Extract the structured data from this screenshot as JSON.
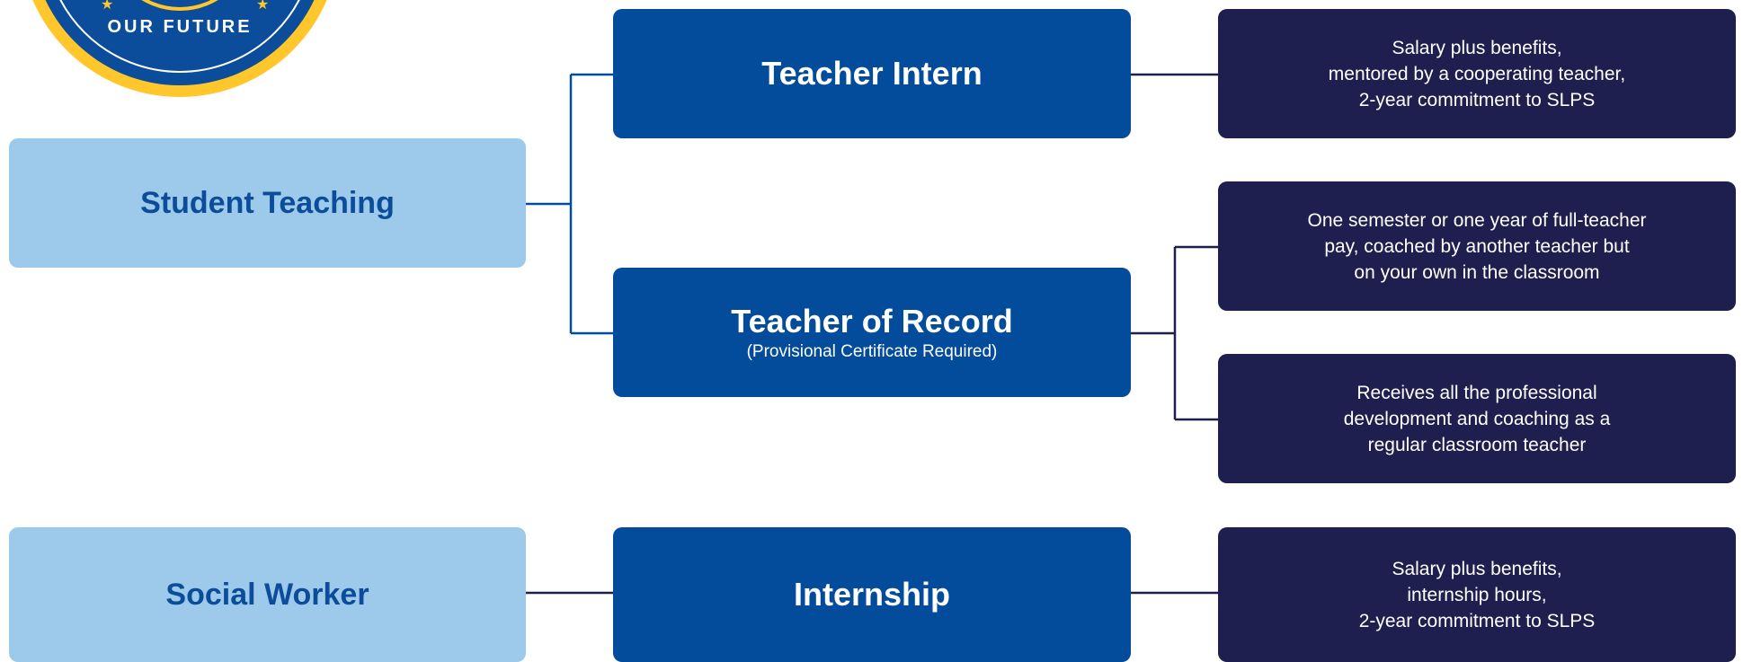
{
  "logo": {
    "text": "OUR FUTURE"
  },
  "colors": {
    "light_box": "#9dcaea",
    "mid_box": "#034b9b",
    "dark_box": "#1e1f4f",
    "connector_blue": "#034b9b",
    "connector_dark": "#1e1f4f",
    "logo_ring": "#ffc72c"
  },
  "nodes": {
    "student_teaching": "Student Teaching",
    "social_worker": "Social Worker",
    "teacher_intern": "Teacher Intern",
    "teacher_of_record": "Teacher of Record",
    "teacher_of_record_note": "(Provisional Certificate Required)",
    "internship": "Internship"
  },
  "details": {
    "intern": [
      "Salary plus benefits,",
      "mentored by a cooperating teacher,",
      "2-year commitment to SLPS"
    ],
    "record_pay": [
      "One semester or one year of full-teacher",
      "pay, coached by another teacher but",
      "on your own in the classroom"
    ],
    "record_pd": [
      "Receives all the professional",
      "development and coaching as a",
      "regular classroom teacher"
    ],
    "internship": [
      "Salary plus benefits,",
      "internship hours,",
      "2-year commitment to SLPS"
    ]
  }
}
